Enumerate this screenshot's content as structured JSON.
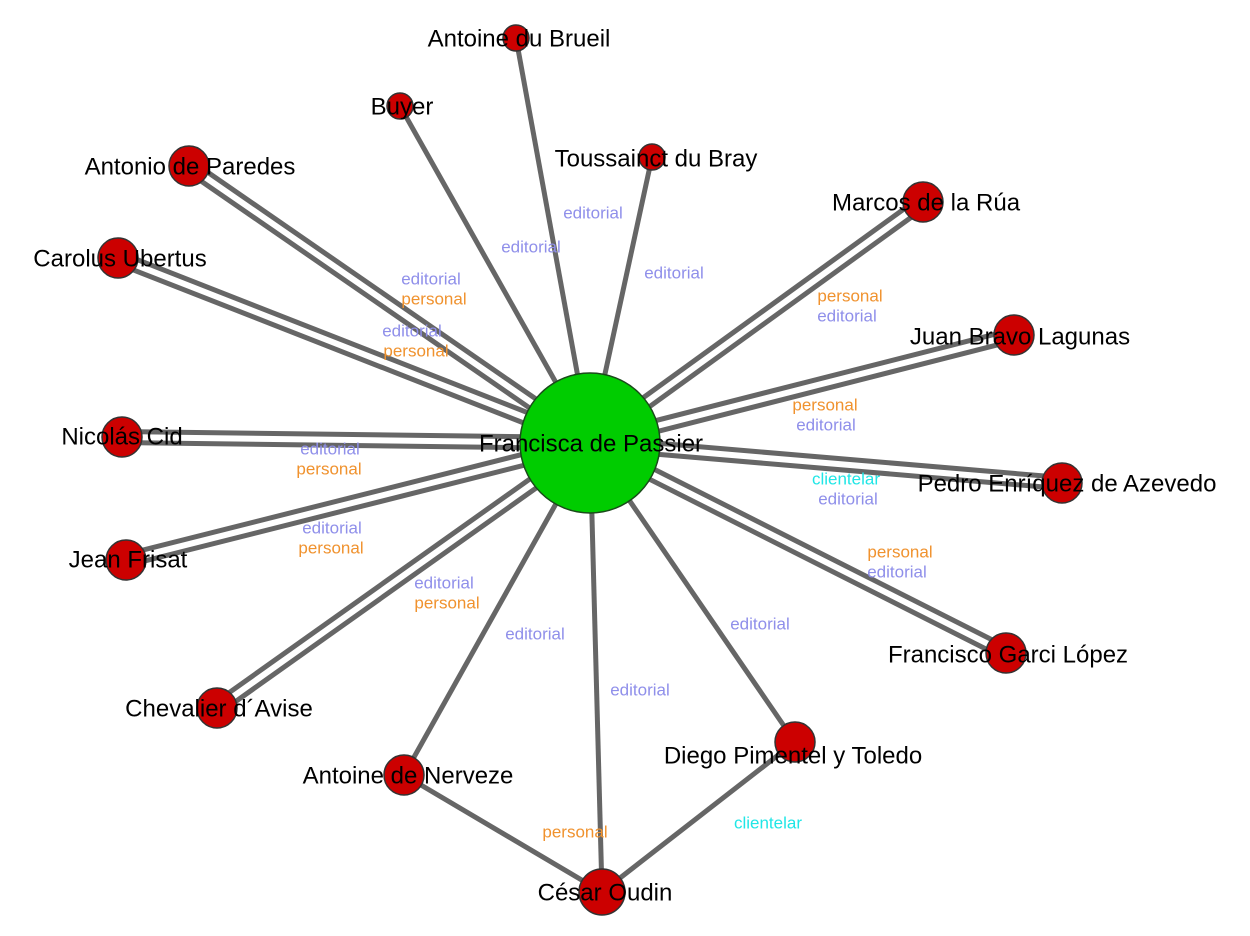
{
  "center": {
    "name": "Francisca de Passier",
    "color": "#00cc00"
  },
  "node_color": "#cc0000",
  "edge_color": "#666666",
  "relation_colors": {
    "editorial": "#8f8fea",
    "personal": "#f0922e",
    "clientelar": "#20e6e6"
  },
  "nodes": [
    {
      "name": "Antoine du Brueil"
    },
    {
      "name": "Buyer"
    },
    {
      "name": "Toussainct du Bray"
    },
    {
      "name": "Antonio de Paredes"
    },
    {
      "name": "Carolus Ubertus"
    },
    {
      "name": "Nicolás Cid"
    },
    {
      "name": "Jean Frisat"
    },
    {
      "name": "Chevalier d´Avise"
    },
    {
      "name": "Antoine de Nerveze"
    },
    {
      "name": "César Oudin"
    },
    {
      "name": "Diego Pimentel y Toledo"
    },
    {
      "name": "Marcos de la Rúa"
    },
    {
      "name": "Juan Bravo Lagunas"
    },
    {
      "name": "Pedro Enríquez de Azevedo"
    },
    {
      "name": "Francisco Garci López"
    }
  ],
  "edges": [
    {
      "source": "center",
      "target": 0,
      "relations": [
        "editorial"
      ]
    },
    {
      "source": "center",
      "target": 1,
      "relations": [
        "editorial"
      ]
    },
    {
      "source": "center",
      "target": 2,
      "relations": [
        "editorial"
      ]
    },
    {
      "source": "center",
      "target": 3,
      "relations": [
        "editorial",
        "personal"
      ]
    },
    {
      "source": "center",
      "target": 4,
      "relations": [
        "editorial",
        "personal"
      ]
    },
    {
      "source": "center",
      "target": 5,
      "relations": [
        "editorial",
        "personal"
      ]
    },
    {
      "source": "center",
      "target": 6,
      "relations": [
        "editorial",
        "personal"
      ]
    },
    {
      "source": "center",
      "target": 7,
      "relations": [
        "editorial",
        "personal"
      ]
    },
    {
      "source": "center",
      "target": 8,
      "relations": [
        "editorial"
      ]
    },
    {
      "source": "center",
      "target": 9,
      "relations": [
        "editorial"
      ]
    },
    {
      "source": "center",
      "target": 10,
      "relations": [
        "editorial"
      ]
    },
    {
      "source": "center",
      "target": 11,
      "relations": [
        "personal",
        "editorial"
      ]
    },
    {
      "source": "center",
      "target": 12,
      "relations": [
        "personal",
        "editorial"
      ]
    },
    {
      "source": "center",
      "target": 13,
      "relations": [
        "clientelar",
        "editorial"
      ]
    },
    {
      "source": "center",
      "target": 14,
      "relations": [
        "personal",
        "editorial"
      ]
    },
    {
      "source": 8,
      "target": 9,
      "relations": [
        "personal"
      ]
    },
    {
      "source": 10,
      "target": 9,
      "relations": [
        "clientelar"
      ]
    }
  ]
}
